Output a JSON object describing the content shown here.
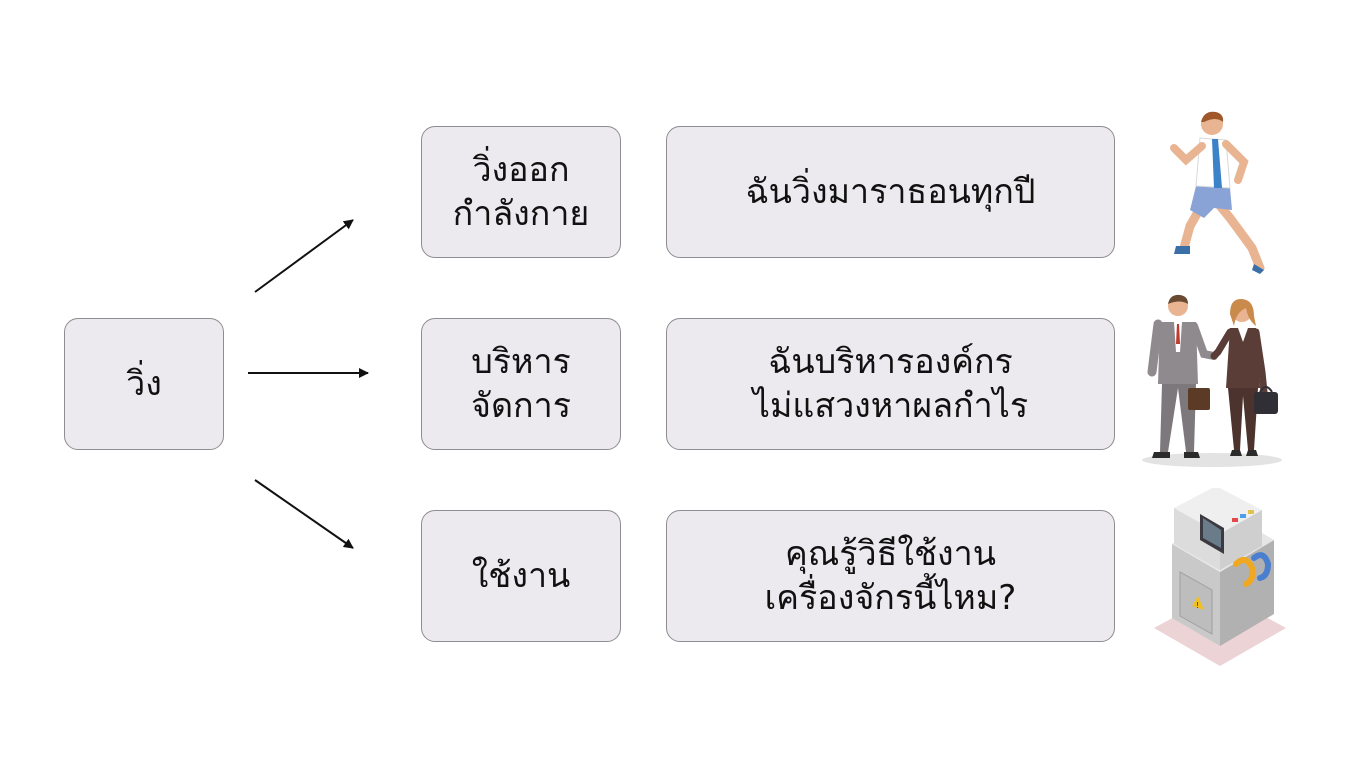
{
  "root": {
    "label": "วิ่ง"
  },
  "meanings": [
    {
      "lines": [
        "วิ่งออก",
        "กำลังกาย"
      ],
      "example": [
        "ฉันวิ่งมาราธอนทุกปี"
      ],
      "icon": "runner-icon"
    },
    {
      "lines": [
        "บริหาร",
        "จัดการ"
      ],
      "example": [
        "ฉันบริหารองค์กร",
        "ไม่แสวงหาผลกำไร"
      ],
      "icon": "business-people-icon"
    },
    {
      "lines": [
        "ใช้งาน"
      ],
      "example": [
        "คุณรู้วิธีใช้งาน",
        "เครื่องจักรนี้ไหม?"
      ],
      "icon": "machine-icon"
    }
  ]
}
